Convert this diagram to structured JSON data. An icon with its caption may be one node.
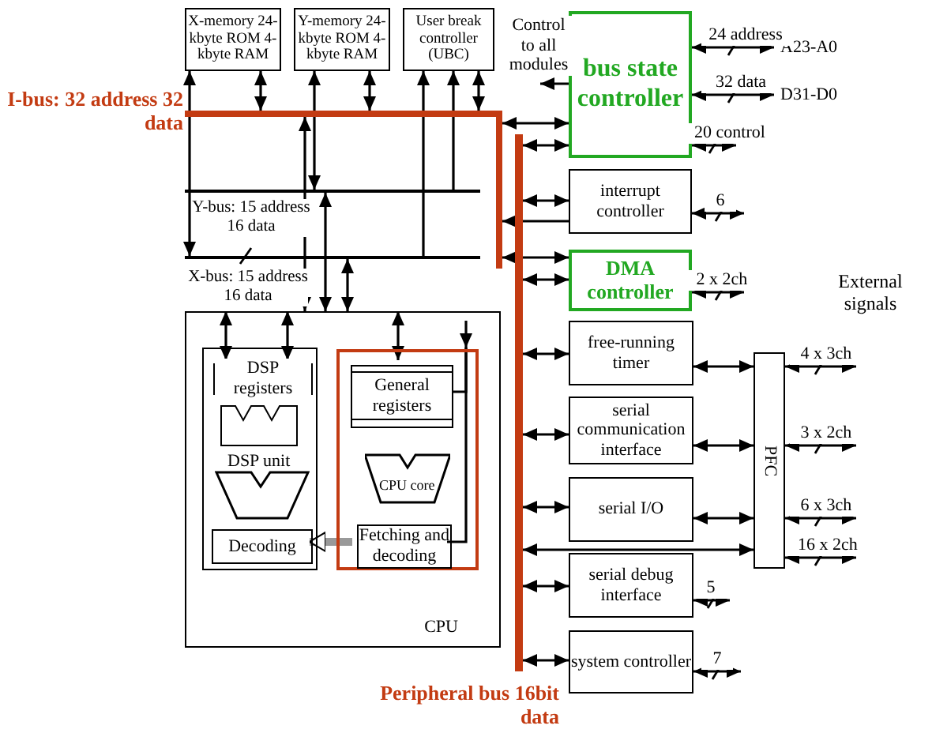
{
  "diagram": {
    "nodes": [
      {
        "text": [
          "X-memory 24-kbyte ROM 4-kbyte RAM"
        ]
      },
      {
        "text": [
          "Y-memory 24-kbyte ROM 4-kbyte RAM"
        ]
      },
      {
        "text": [
          "User break controller (UBC)"
        ]
      },
      {
        "text": [
          "bus state controller"
        ]
      },
      {
        "text": [],
        "shape": "bar",
        "beside": [
          "I-bus: 32 address 32 data"
        ]
      },
      {
        "text": [],
        "shape": "bar",
        "beside": [
          "Y-bus: 15 address 16 data"
        ]
      },
      {
        "text": [],
        "shape": "bar",
        "beside": [
          "X-bus: 15 address 16 data"
        ]
      },
      {
        "text": [],
        "shape": "bar",
        "beside": [
          "Peripheral bus 16bit data"
        ]
      },
      {
        "text": [
          "CPU"
        ]
      },
      {
        "text": [],
        "shape": "box",
        "in": 8
      },
      {
        "text": [
          "DSP registers"
        ],
        "in": 9
      },
      {
        "text": [
          "DSP unit"
        ],
        "in": 9
      },
      {
        "text": [
          "Decoding"
        ],
        "in": 9
      },
      {
        "text": [],
        "shape": "box",
        "in": 8
      },
      {
        "text": [
          "General registers"
        ],
        "in": 13
      },
      {
        "text": [
          "CPU core"
        ],
        "in": 13
      },
      {
        "text": [
          "Fetching and decoding"
        ],
        "in": 13
      },
      {
        "text": [
          "interrupt controller"
        ]
      },
      {
        "text": [
          "DMA controller"
        ]
      },
      {
        "text": [
          "free-running timer"
        ]
      },
      {
        "text": [
          "serial communication interface"
        ]
      },
      {
        "text": [
          "serial I/O"
        ]
      },
      {
        "text": [
          "serial debug interface"
        ]
      },
      {
        "text": [
          "system controller"
        ]
      },
      {
        "text": [
          "PFC"
        ]
      },
      {
        "text": [
          "A23-A0"
        ]
      },
      {
        "text": [
          "D31-D0"
        ]
      },
      {
        "text": [],
        "shape": "bar"
      }
    ],
    "edges": [
      {
        "from": 0,
        "to": 4,
        "arrow": "both"
      },
      {
        "from": 0,
        "to": 6,
        "arrow": "both"
      },
      {
        "from": 1,
        "to": 4,
        "arrow": "both"
      },
      {
        "from": 1,
        "to": 5,
        "arrow": "both"
      },
      {
        "from": 4,
        "to": 2,
        "arrow": "both"
      },
      {
        "from": 5,
        "to": 2,
        "arrow": "to"
      },
      {
        "from": 6,
        "to": 2,
        "arrow": "to"
      },
      {
        "from": 4,
        "to": 8,
        "arrow": "both"
      },
      {
        "from": 5,
        "to": 8,
        "arrow": "both"
      },
      {
        "from": 6,
        "to": 8,
        "arrow": "both"
      },
      {
        "from": 8,
        "to": 10,
        "arrow": "both"
      },
      {
        "from": 8,
        "to": 10,
        "arrow": "both"
      },
      {
        "from": 8,
        "to": 14,
        "arrow": "both"
      },
      {
        "from": null,
        "to": 13,
        "arrow": "to"
      },
      {
        "from": 13,
        "to": 14,
        "arrow": "none"
      },
      {
        "from": 13,
        "to": 16,
        "arrow": "none"
      },
      {
        "from": 16,
        "to": 12,
        "arrow": "to",
        "style": "thick",
        "color": "#999999"
      },
      {
        "from": 3,
        "to": null,
        "label": "Control to all modules",
        "arrow": "to"
      },
      {
        "from": 27,
        "to": 3,
        "arrow": "both"
      },
      {
        "from": 7,
        "to": 3,
        "arrow": "both"
      },
      {
        "from": 3,
        "to": 25,
        "label": "24 address",
        "arrow": "both"
      },
      {
        "from": 3,
        "to": 26,
        "label": "32 data",
        "arrow": "both"
      },
      {
        "from": 3,
        "to": null,
        "label": "20 control",
        "arrow": "both"
      },
      {
        "from": 7,
        "to": 17,
        "arrow": "both"
      },
      {
        "from": 17,
        "to": 27,
        "arrow": "to"
      },
      {
        "from": 17,
        "to": null,
        "label": "6",
        "arrow": "both"
      },
      {
        "from": 27,
        "to": 18,
        "arrow": "both"
      },
      {
        "from": 7,
        "to": 18,
        "arrow": "both"
      },
      {
        "from": 18,
        "to": null,
        "label": "2 x 2ch",
        "arrow": "both"
      },
      {
        "from": 7,
        "to": 19,
        "arrow": "both"
      },
      {
        "from": 19,
        "to": 24,
        "arrow": "both"
      },
      {
        "from": 7,
        "to": 20,
        "arrow": "both"
      },
      {
        "from": 20,
        "to": 24,
        "arrow": "both"
      },
      {
        "from": 7,
        "to": 21,
        "arrow": "both"
      },
      {
        "from": 21,
        "to": 24,
        "arrow": "both"
      },
      {
        "from": 7,
        "to": 24,
        "arrow": "both"
      },
      {
        "from": 7,
        "to": 22,
        "arrow": "both"
      },
      {
        "from": 22,
        "to": null,
        "label": "5",
        "arrow": "both"
      },
      {
        "from": 7,
        "to": 23,
        "arrow": "both"
      },
      {
        "from": 23,
        "to": null,
        "label": "7",
        "arrow": "both"
      },
      {
        "from": 24,
        "to": null,
        "label": "4 x 3ch",
        "arrow": "both"
      },
      {
        "from": 24,
        "to": null,
        "label": "3 x 2ch",
        "arrow": "both"
      },
      {
        "from": 24,
        "to": null,
        "label": "6 x 3ch",
        "arrow": "both"
      },
      {
        "from": 24,
        "to": null,
        "label": "16 x 2ch",
        "arrow": "both"
      }
    ],
    "labels": [
      "External signals"
    ]
  }
}
